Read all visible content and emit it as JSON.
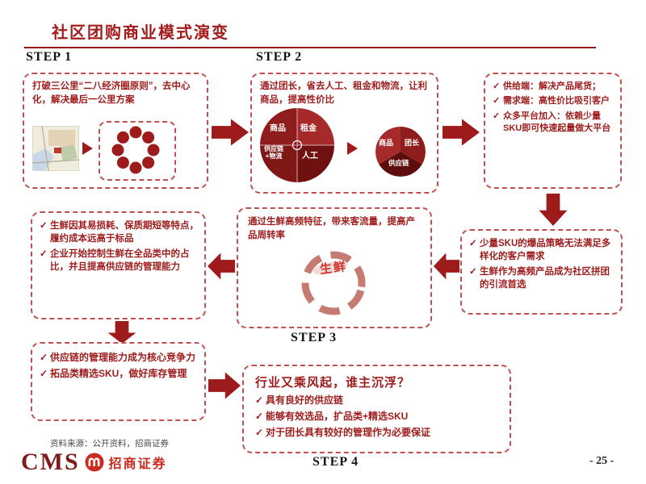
{
  "page": {
    "title": "社区团购商业模式演变",
    "source_note": "资料来源：公开资料，招商证券",
    "page_number": "- 25 -"
  },
  "logo": {
    "cms": "CMS",
    "brand": "招商证券"
  },
  "glyphs": {
    "check": "✓"
  },
  "colors": {
    "accent_red": "#9E1B1B",
    "border_red": "#C05050",
    "title_red": "#A31B1B"
  },
  "steps": {
    "step1": "STEP 1",
    "step2": "STEP 2",
    "step3": "STEP 3",
    "step4": "STEP 4"
  },
  "box_step1": {
    "text": "打破三公里“二八经济圈原则”，去中心化，解决最后一公里方案"
  },
  "box_step2": {
    "text": "通过团长，省去人工、租金和物流，让利商品，提高性价比",
    "pie_cost": {
      "type": "pie",
      "slices": [
        {
          "label": "商品"
        },
        {
          "label": "租金"
        },
        {
          "label": "人工"
        },
        {
          "label": "供应链+物流"
        }
      ]
    },
    "pie_new": {
      "type": "pie",
      "slices": [
        {
          "label": "商品"
        },
        {
          "label": "团长"
        },
        {
          "label": "供应链"
        }
      ]
    }
  },
  "box_platform": {
    "bullets": [
      "供给端：解决产品尾货；",
      "需求端：高性价比吸引客户",
      "众多平台加入：依赖少量SKU即可快速起量做大平台"
    ]
  },
  "box_sku": {
    "bullets": [
      "少量SKU的爆品策略无法满足多样化的客户需求",
      "生鲜作为高频产品成为社区拼团的引流首选"
    ]
  },
  "box_step3": {
    "text": "通过生鲜高频特征，带来客流量，提高产品周转率",
    "cycle_label": "生鲜"
  },
  "box_fresh": {
    "bullets": [
      "生鲜因其易损耗、保质期短等特点，履约成本远高于标品",
      "企业开始控制生鲜在全品类中的占比，并且提高供应链的管理能力"
    ]
  },
  "box_supply": {
    "bullets": [
      "供应链的管理能力成为核心竞争力",
      "拓品类精选SKU，做好库存管理"
    ]
  },
  "box_step4": {
    "title": "行业又乘风起，谁主沉浮？",
    "bullets": [
      "具有良好的供应链",
      "能够有效选品，扩品类+精选SKU",
      "对于团长具有较好的管理作为必要保证"
    ]
  }
}
